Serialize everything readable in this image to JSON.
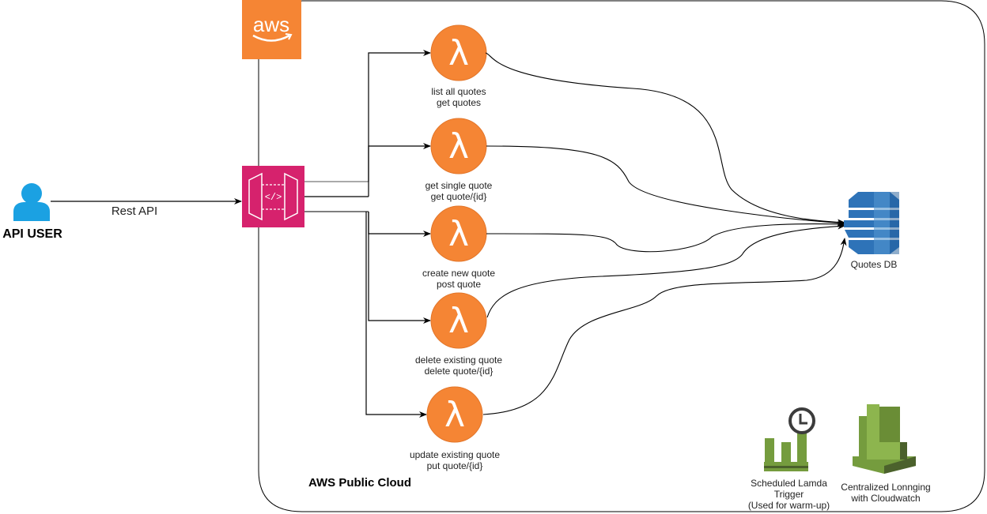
{
  "diagram": {
    "cloud_label": "AWS Public Cloud",
    "aws_logo_text": "aws",
    "user": {
      "label": "API USER",
      "icon": "user-icon"
    },
    "connection_label": "Rest API",
    "api_gateway": {
      "icon": "api-gateway-icon"
    },
    "lambdas": [
      {
        "line1": "list all quotes",
        "line2": "get quotes"
      },
      {
        "line1": "get single quote",
        "line2": "get quote/{id}"
      },
      {
        "line1": "create new quote",
        "line2": "post quote"
      },
      {
        "line1": "delete existing quote",
        "line2": "delete quote/{id}"
      },
      {
        "line1": "update existing quote",
        "line2": "put quote/{id}"
      }
    ],
    "database": {
      "label": "Quotes DB",
      "icon": "dynamodb-icon"
    },
    "scheduler": {
      "line1": "Scheduled Lamda",
      "line2": "Trigger",
      "line3": "(Used for warm-up)",
      "icon": "cloudwatch-events-icon"
    },
    "logging": {
      "line1": "Centralized Lonnging",
      "line2": "with Cloudwatch",
      "icon": "cloudwatch-icon"
    },
    "colors": {
      "aws_orange": "#F58534",
      "lambda_orange": "#F58534",
      "api_pink": "#D6226D",
      "dynamo_blue": "#2E73B8",
      "cloudwatch_green": "#759C3E",
      "user_blue": "#1BA1E2"
    }
  }
}
